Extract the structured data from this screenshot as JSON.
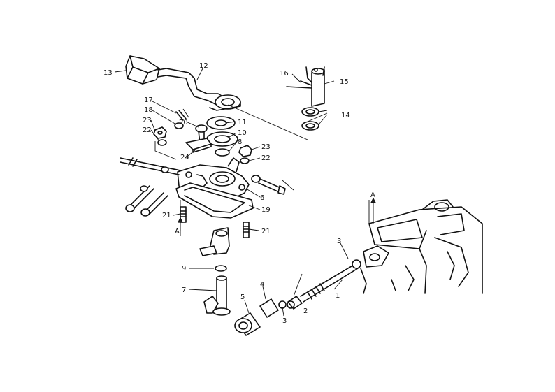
{
  "callouts": {
    "c1": "1",
    "c2": "2",
    "c3a": "3",
    "c3b": "3",
    "c4": "4",
    "c5": "5",
    "c6": "6",
    "c7": "7",
    "c8": "8",
    "c9": "9",
    "c10": "10",
    "c11": "11",
    "c12": "12",
    "c13": "13",
    "c14": "14",
    "c15": "15",
    "c16": "16",
    "c17": "17",
    "c18": "18",
    "c19": "19",
    "c20": "20",
    "c21a": "21",
    "c21b": "21",
    "c22a": "22",
    "c22b": "22",
    "c23a": "23",
    "c23b": "23",
    "c24": "24",
    "refA1": "A",
    "refA2": "A"
  }
}
